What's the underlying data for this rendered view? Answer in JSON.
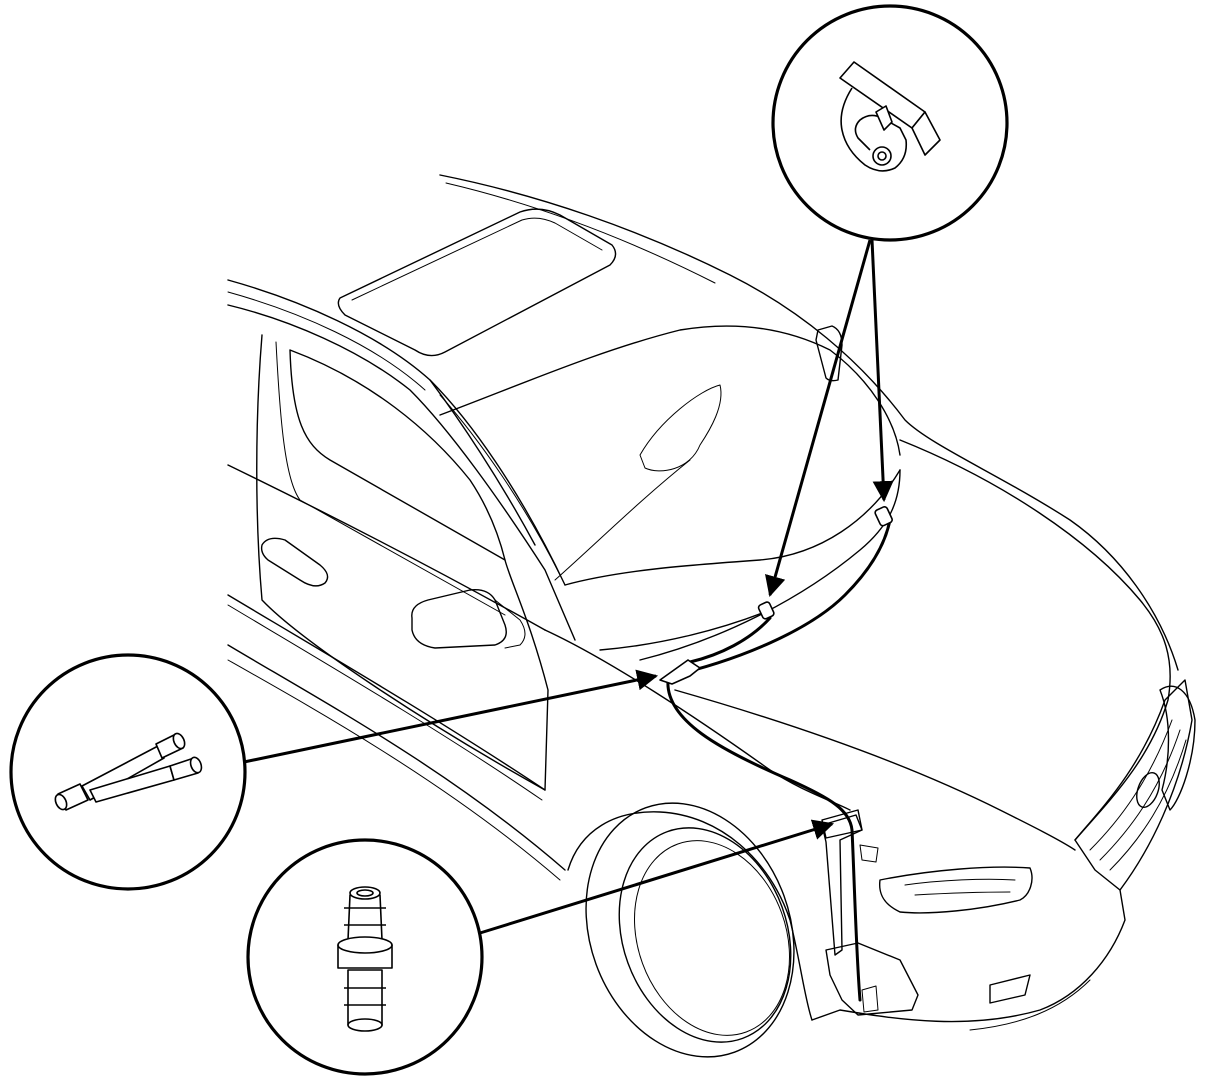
{
  "diagram": {
    "type": "technical-line-illustration",
    "callouts": [
      {
        "id": "check-valve-detail",
        "icon": "check-valve-clip-icon"
      },
      {
        "id": "y-joint-detail",
        "icon": "y-joint-connector-icon"
      },
      {
        "id": "straight-joint-detail",
        "icon": "straight-joint-connector-icon"
      }
    ]
  },
  "colors": {
    "line": "#000000",
    "background": "#ffffff"
  }
}
